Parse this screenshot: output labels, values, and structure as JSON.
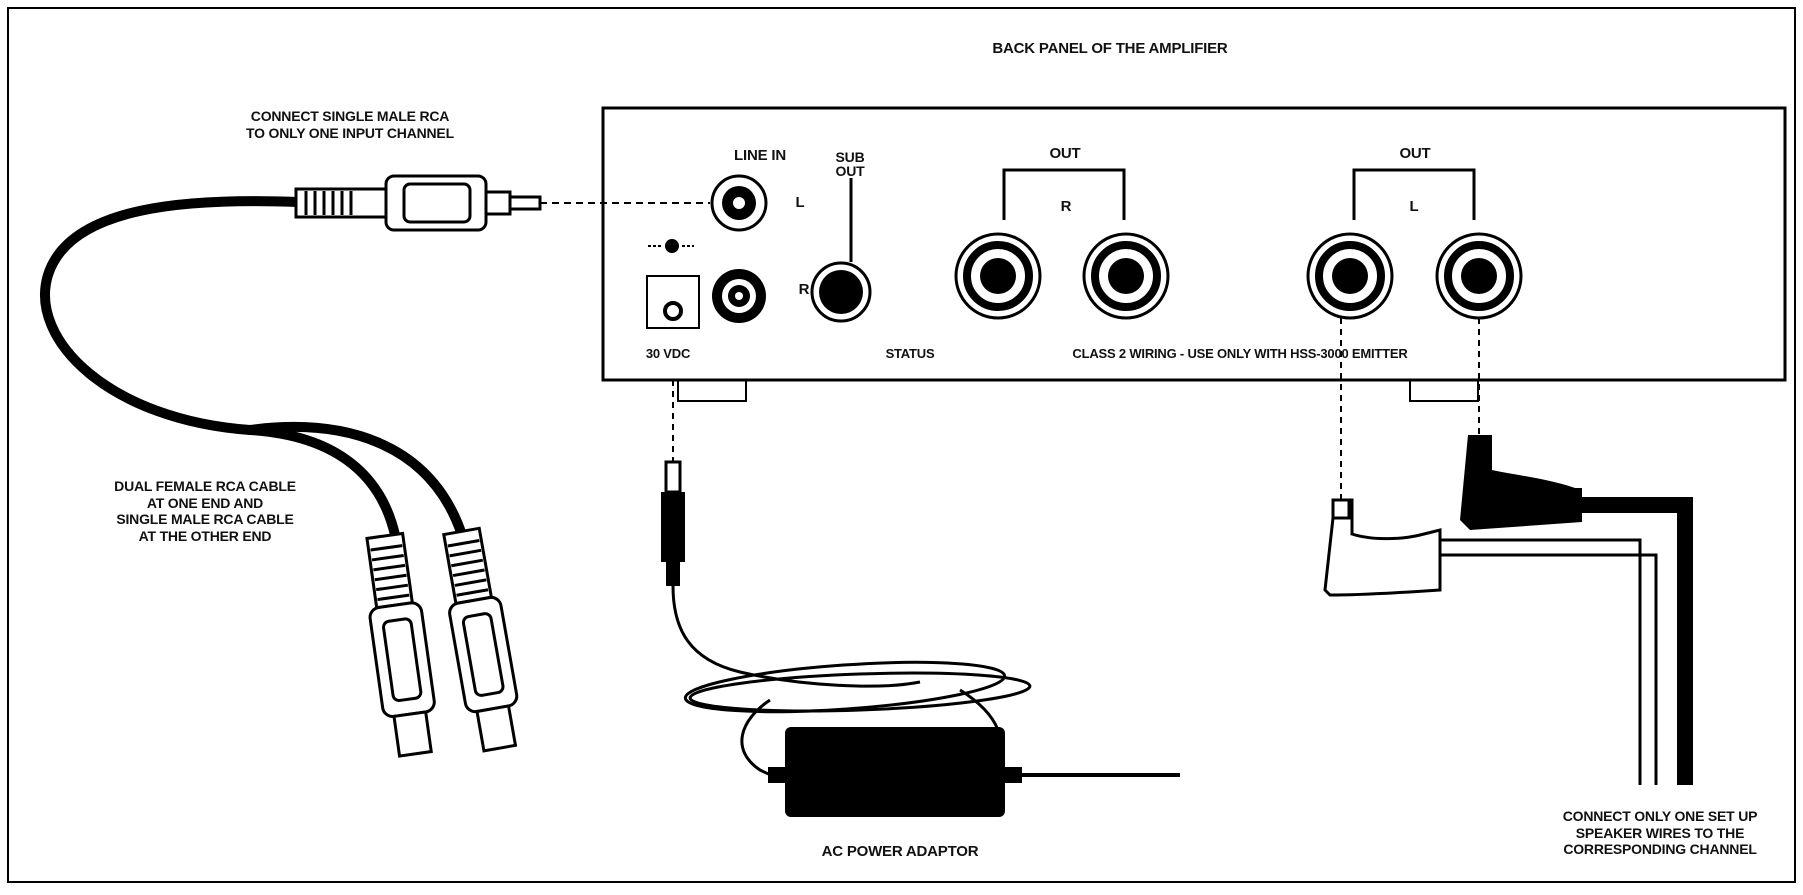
{
  "title": "BACK PANEL OF THE AMPLIFIER",
  "notes": {
    "rca_connect": [
      "CONNECT SINGLE MALE RCA",
      "TO ONLY ONE INPUT CHANNEL"
    ],
    "rca_cable": [
      "DUAL FEMALE RCA CABLE",
      "AT ONE END AND",
      "SINGLE MALE RCA CABLE",
      "AT THE OTHER END"
    ],
    "ac_adaptor": "AC POWER ADAPTOR",
    "speaker_wires": [
      "CONNECT ONLY ONE SET UP",
      "SPEAKER WIRES TO THE",
      "CORRESPONDING CHANNEL"
    ]
  },
  "panel": {
    "line_in": "LINE IN",
    "sub_out": [
      "SUB",
      "OUT"
    ],
    "left": "L",
    "right": "R",
    "out_right_group": "OUT",
    "out_right_channel": "R",
    "out_left_group": "OUT",
    "out_left_channel": "L",
    "power_label": "30 VDC",
    "status_label": "STATUS",
    "class2_label": "CLASS 2 WIRING - USE ONLY WITH HSS-3000 EMITTER"
  }
}
